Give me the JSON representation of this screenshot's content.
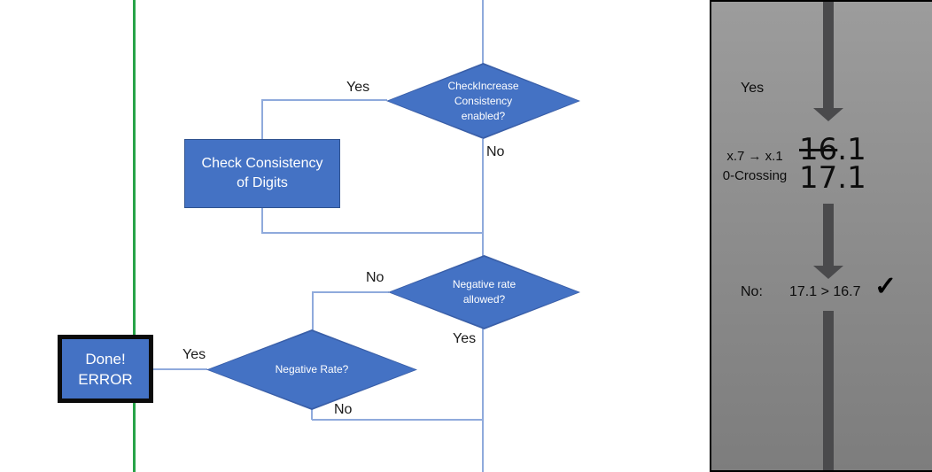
{
  "flowchart": {
    "decision_check_increase": {
      "line1": "CheckIncrease",
      "line2": "Consistency",
      "line3": "enabled?",
      "yes_label": "Yes",
      "no_label": "No"
    },
    "process_check_consistency": {
      "line1": "Check Consistency",
      "line2": "of Digits"
    },
    "decision_negative_rate_allowed": {
      "line1": "Negative rate",
      "line2": "allowed?",
      "no_label": "No",
      "yes_label": "Yes"
    },
    "decision_negative_rate": {
      "label": "Negative Rate?",
      "yes_label": "Yes",
      "no_label": "No"
    },
    "terminator_done_error": {
      "line1": "Done!",
      "line2": "ERROR"
    }
  },
  "side_panel": {
    "yes_label": "Yes",
    "rule_line1": "x.7 → x.1",
    "rule_line2": "0-Crossing",
    "old_value_struck": "16",
    "old_value_suffix": ".1",
    "new_value": "17.1",
    "result_label": "No:",
    "result_comparison": "17.1 > 16.7",
    "checkmark": "✓"
  },
  "colors": {
    "shape_fill": "#4472c4",
    "shape_border": "#2f528f",
    "connector": "#8faadc",
    "divider_green": "#27a348",
    "panel_arrow": "#4a4a4c",
    "panel_bg_top": "#9c9c9c",
    "panel_bg_bottom": "#7d7d7d"
  }
}
